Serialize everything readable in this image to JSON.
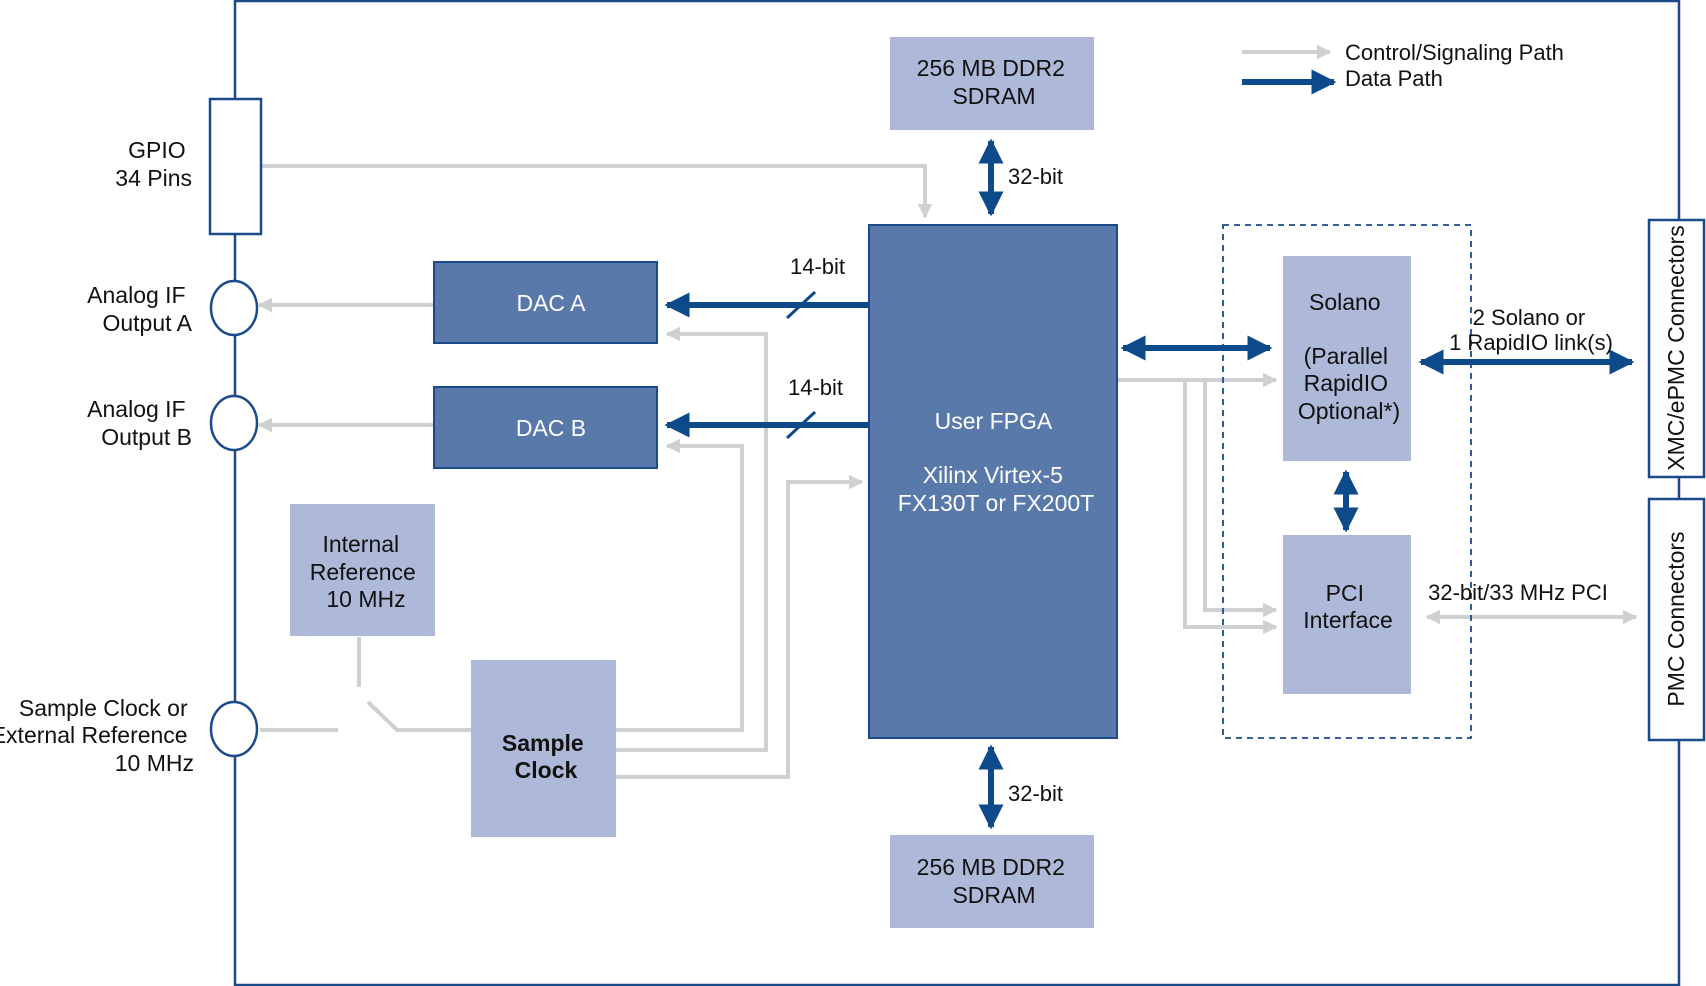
{
  "legend": {
    "control": "Control/Signaling Path",
    "data": "Data Path"
  },
  "external": {
    "gpio": [
      "GPIO",
      "34 Pins"
    ],
    "analog_a": [
      "Analog IF",
      "Output A"
    ],
    "analog_b": [
      "Analog IF",
      "Output B"
    ],
    "sample_clock": [
      "Sample Clock or",
      "External Reference",
      "10 MHz"
    ]
  },
  "blocks": {
    "ddr_top": [
      "256 MB DDR2",
      "SDRAM"
    ],
    "ddr_bottom": [
      "256 MB DDR2",
      "SDRAM"
    ],
    "dac_a": [
      "DAC A"
    ],
    "dac_b": [
      "DAC B"
    ],
    "internal_ref": [
      "Internal",
      "Reference",
      "10 MHz"
    ],
    "sample_clock": [
      "Sample",
      "Clock"
    ],
    "fpga": [
      "User FPGA",
      "",
      "Xilinx Virtex-5",
      "FX130T or FX200T"
    ],
    "solano": [
      "Solano",
      "",
      "(Parallel",
      "RapidIO",
      "Optional*)"
    ],
    "pci": [
      "PCI",
      "Interface"
    ]
  },
  "buses": {
    "ddr_top": "32-bit",
    "ddr_bottom": "32-bit",
    "dac_a": "14-bit",
    "dac_b": "14-bit",
    "solano_link": [
      "2 Solano or",
      "1 RapidIO link(s)"
    ],
    "pci_bus": "32-bit/33 MHz PCI"
  },
  "connectors": {
    "xmc": "XMC/ePMC Connectors",
    "pmc": "PMC Connectors"
  },
  "colors": {
    "dark_block": "#5a79ab",
    "light_block": "#aeb8d8",
    "data_path": "#0d4a8a",
    "control_path": "#cfd0d2",
    "border": "#1b4a8a"
  }
}
